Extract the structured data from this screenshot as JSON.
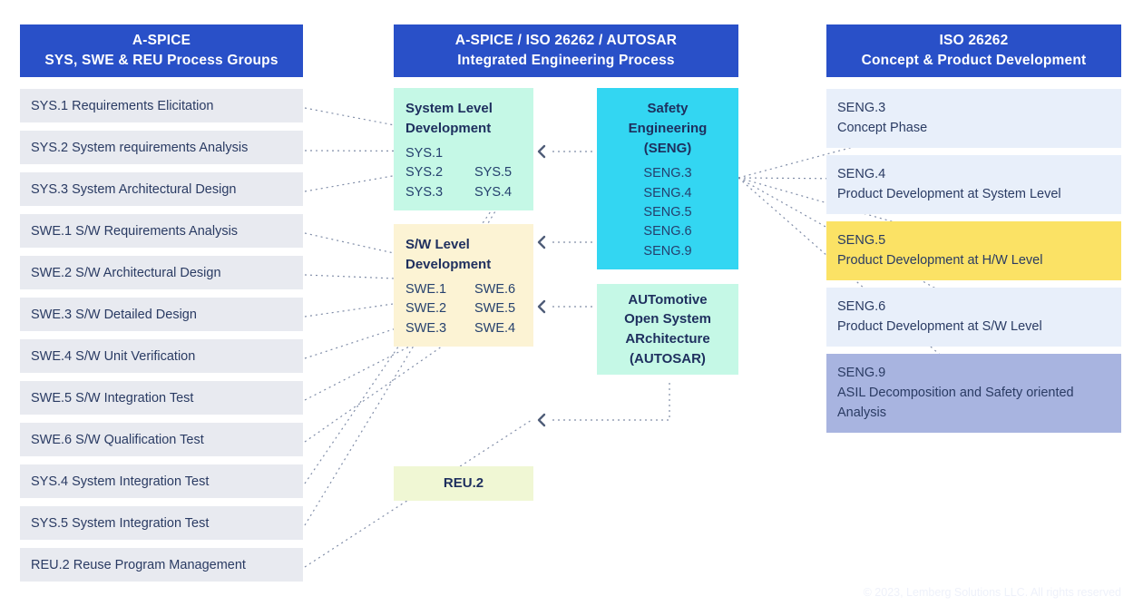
{
  "left_column": {
    "header": {
      "line1": "A-SPICE",
      "line2": "SYS, SWE & REU Process Groups"
    },
    "items": [
      {
        "label": "SYS.1 Requirements Elicitation"
      },
      {
        "label": "SYS.2 System requirements Analysis"
      },
      {
        "label": "SYS.3 System Architectural Design"
      },
      {
        "label": "SWE.1 S/W Requirements Analysis"
      },
      {
        "label": "SWE.2 S/W Architectural Design"
      },
      {
        "label": "SWE.3 S/W Detailed Design"
      },
      {
        "label": "SWE.4 S/W Unit Verification"
      },
      {
        "label": "SWE.5 S/W Integration Test"
      },
      {
        "label": "SWE.6 S/W Qualification Test"
      },
      {
        "label": "SYS.4 System Integration Test"
      },
      {
        "label": "SYS.5 System Integration Test"
      },
      {
        "label": "REU.2 Reuse Program Management"
      }
    ]
  },
  "middle_column": {
    "header": {
      "line1": "A-SPICE / ISO 26262 / AUTOSAR",
      "line2": "Integrated Engineering Process"
    },
    "system_level": {
      "title_line1": "System Level",
      "title_line2": "Development",
      "codes_left": [
        "SYS.1",
        "SYS.2",
        "SYS.3"
      ],
      "codes_right": [
        "",
        "SYS.5",
        "SYS.4"
      ]
    },
    "sw_level": {
      "title_line1": "S/W Level",
      "title_line2": "Development",
      "codes_left": [
        "SWE.1",
        "SWE.2",
        "SWE.3"
      ],
      "codes_right": [
        "SWE.6",
        "SWE.5",
        "SWE.4"
      ]
    },
    "reu": {
      "title": "REU.2"
    },
    "seng": {
      "title_line1": "Safety",
      "title_line2": "Engineering",
      "title_line3": "(SENG)",
      "codes": [
        "SENG.3",
        "SENG.4",
        "SENG.5",
        "SENG.6",
        "SENG.9"
      ]
    },
    "autosar": {
      "title_line1": "AUTomotive",
      "title_line2": "Open System",
      "title_line3": "ARchitecture",
      "title_line4": "(AUTOSAR)"
    }
  },
  "right_column": {
    "header": {
      "line1": "ISO 26262",
      "line2": "Concept & Product Development"
    },
    "items": [
      {
        "code": "SENG.3",
        "desc": "Concept Phase",
        "color": "#e8effa"
      },
      {
        "code": "SENG.4",
        "desc": "Product Development at System Level",
        "color": "#e8effa"
      },
      {
        "code": "SENG.5",
        "desc": "Product Development at H/W Level",
        "color": "#fbe265"
      },
      {
        "code": "SENG.6",
        "desc": "Product Development at S/W Level",
        "color": "#e8effa"
      },
      {
        "code": "SENG.9",
        "desc": "ASIL Decomposition and Safety oriented Analysis",
        "color": "#a8b4e0"
      }
    ]
  },
  "footer": {
    "copyright": "© 2023, Lemberg Solutions LLC. All rights reserved"
  },
  "colors": {
    "header_blue": "#2950c8",
    "list_grey": "#e8eaf0",
    "mint": "#c5f8e6",
    "cream": "#fcf3d4",
    "lime": "#f0f7d4",
    "cyan": "#33d6f2",
    "light_blue": "#e8effa",
    "yellow": "#fbe265",
    "periwinkle": "#a8b4e0",
    "text_navy": "#1e2f5e",
    "connector": "#6b7a99"
  }
}
